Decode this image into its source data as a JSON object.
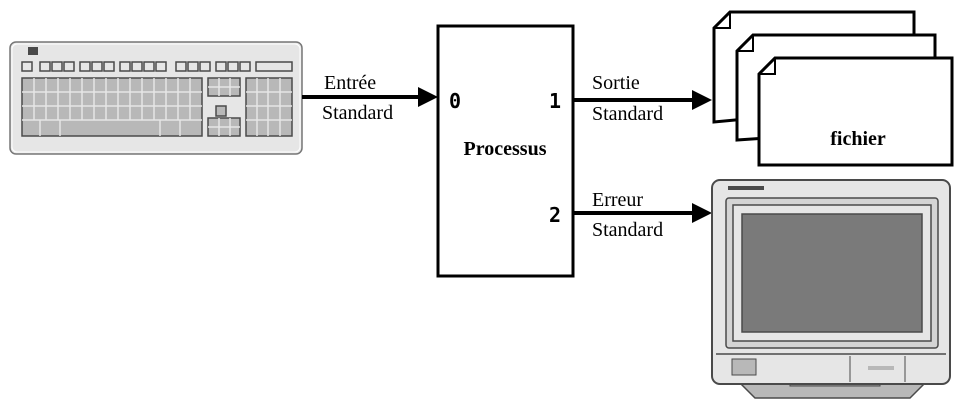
{
  "flow": {
    "stdin_label_line1": "Entrée",
    "stdin_label_line2": "Standard",
    "stdout_label_line1": "Sortie",
    "stdout_label_line2": "Standard",
    "stderr_label_line1": "Erreur",
    "stderr_label_line2": "Standard"
  },
  "process": {
    "title": "Processus",
    "fd_in": "0",
    "fd_out": "1",
    "fd_err": "2"
  },
  "file": {
    "label": "fichier"
  },
  "icons": {
    "input_device": "keyboard-icon",
    "output_device": "monitor-icon",
    "file_stack": "file-stack-icon"
  },
  "colors": {
    "line": "#000000",
    "device_light": "#e6e6e6",
    "device_mid": "#b8b8b8",
    "device_dark": "#4a4a4a",
    "screen": "#7a7a7a"
  }
}
